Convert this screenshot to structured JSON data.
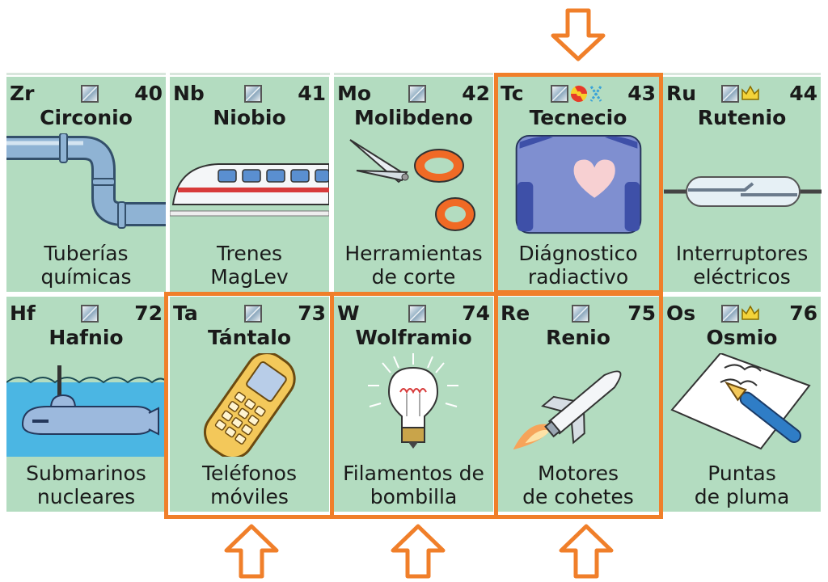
{
  "highlight_color": "#f07f2a",
  "cell_color": "#b3dcc0",
  "rows": [
    [
      {
        "symbol": "Zr",
        "number": "40",
        "name": "Circonio",
        "use_line1": "Tuberías",
        "use_line2": "químicas",
        "icons": [
          "solid-icon"
        ],
        "illustration": "pipe"
      },
      {
        "symbol": "Nb",
        "number": "41",
        "name": "Niobio",
        "use_line1": "Trenes",
        "use_line2": "MagLev",
        "icons": [
          "solid-icon"
        ],
        "illustration": "maglev-train"
      },
      {
        "symbol": "Mo",
        "number": "42",
        "name": "Molibdeno",
        "use_line1": "Herramientas",
        "use_line2": "de corte",
        "icons": [
          "solid-icon"
        ],
        "illustration": "scissors"
      },
      {
        "symbol": "Tc",
        "number": "43",
        "name": "Tecnecio",
        "use_line1": "Diágnostico",
        "use_line2": "radiactivo",
        "icons": [
          "solid-icon",
          "radioactive-icon",
          "synthetic-icon"
        ],
        "illustration": "body-scan-heart",
        "highlighted": true
      },
      {
        "symbol": "Ru",
        "number": "44",
        "name": "Rutenio",
        "use_line1": "Interruptores",
        "use_line2": "eléctricos",
        "icons": [
          "solid-icon",
          "crown-icon"
        ],
        "illustration": "reed-switch"
      }
    ],
    [
      {
        "symbol": "Hf",
        "number": "72",
        "name": "Hafnio",
        "use_line1": "Submarinos",
        "use_line2": "nucleares",
        "icons": [
          "solid-icon"
        ],
        "illustration": "submarine"
      },
      {
        "symbol": "Ta",
        "number": "73",
        "name": "Tántalo",
        "use_line1": "Teléfonos",
        "use_line2": "móviles",
        "icons": [
          "solid-icon"
        ],
        "illustration": "mobile-phone",
        "highlighted": true
      },
      {
        "symbol": "W",
        "number": "74",
        "name": "Wolframio",
        "use_line1": "Filamentos de",
        "use_line2": "bombilla",
        "icons": [
          "solid-icon"
        ],
        "illustration": "light-bulb",
        "highlighted": true
      },
      {
        "symbol": "Re",
        "number": "75",
        "name": "Renio",
        "use_line1": "Motores",
        "use_line2": "de cohetes",
        "icons": [
          "solid-icon"
        ],
        "illustration": "rocket",
        "highlighted": true
      },
      {
        "symbol": "Os",
        "number": "76",
        "name": "Osmio",
        "use_line1": "Puntas",
        "use_line2": "de pluma",
        "icons": [
          "solid-icon",
          "crown-icon"
        ],
        "illustration": "fountain-pen"
      }
    ]
  ],
  "arrows": [
    {
      "direction": "down",
      "target": "Tc"
    },
    {
      "direction": "up",
      "target": "Ta"
    },
    {
      "direction": "up",
      "target": "W"
    },
    {
      "direction": "up",
      "target": "Re"
    }
  ]
}
